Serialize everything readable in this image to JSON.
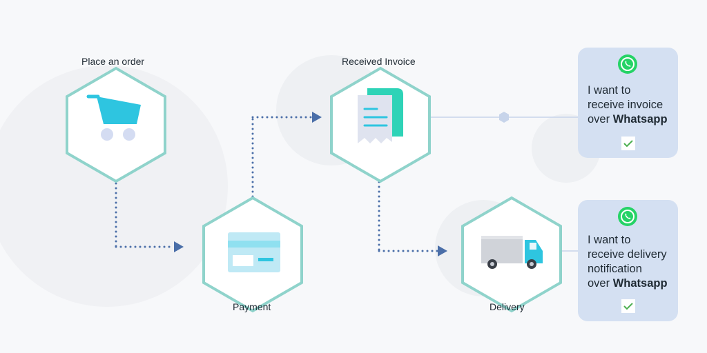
{
  "steps": {
    "place_order": "Place an order",
    "payment": "Payment",
    "received_invoice": "Received Invoice",
    "delivery": "Delivery"
  },
  "cards": {
    "invoice": {
      "line1": "I want to",
      "line2": "receive invoice",
      "line3_prefix": "over ",
      "line3_bold": "Whatsapp"
    },
    "delivery": {
      "line1": "I want to",
      "line2": "receive delivery",
      "line3": "notification",
      "line4_prefix": "over ",
      "line4_bold": "Whatsapp"
    }
  },
  "icons": {
    "cart": "shopping-cart-icon",
    "card": "credit-card-icon",
    "invoice": "receipt-icon",
    "truck": "delivery-truck-icon",
    "whatsapp": "whatsapp-icon",
    "check": "checkmark-icon"
  },
  "colors": {
    "hex_stroke": "#8fd3cb",
    "connector": "#4a6ea8",
    "cart": "#2ec5e0",
    "card_bg": "#d4e0f2",
    "whatsapp": "#25d366",
    "check": "#4caf50"
  }
}
